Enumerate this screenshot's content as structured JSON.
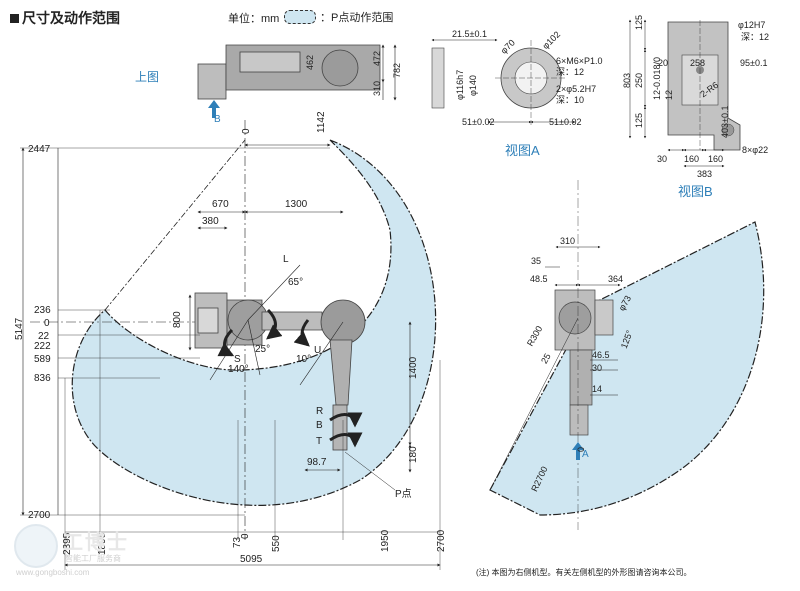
{
  "header": {
    "title": "尺寸及动作范围",
    "unit_label": "单位：mm",
    "legend_text": "：P点动作范围"
  },
  "views": {
    "top_view": "上图",
    "view_a": "视图A",
    "view_b": "视图B",
    "arrow_a": "A",
    "arrow_b": "B"
  },
  "top_view": {
    "d1": "462",
    "d2": "472",
    "d3": "782",
    "d4": "310"
  },
  "view_a_dims": {
    "d1": "21.5±0.1",
    "d2": "φ70",
    "d3": "φ102",
    "d4": "φ116h7",
    "d5": "φ140",
    "d6": "6×M6×P1.0",
    "d7": "深：12",
    "d8": "2×φ5.2H7",
    "d9": "深：10",
    "d10": "51±0.02",
    "d11": "51±0.02"
  },
  "view_b_dims": {
    "d1": "125",
    "d2": "250",
    "d3": "125",
    "d4": "803",
    "d5": "20",
    "d6": "258",
    "d7": "φ12H7",
    "d8": "深：12",
    "d9": "95±0.1",
    "d10": "12-0.018/0",
    "d11": "12",
    "d12": "403±0.1",
    "d13": "2-R6",
    "d14": "30",
    "d15": "160",
    "d16": "160",
    "d17": "383",
    "d18": "8×φ22"
  },
  "main_dims": {
    "v1142": "1142",
    "v0top": "0",
    "v670": "670",
    "v1300": "1300",
    "v380": "380",
    "v65": "65°",
    "v800": "800",
    "v25": "25°",
    "v140": "140°",
    "v10": "10°",
    "v1400": "1400",
    "v180": "180",
    "v98": "98.7",
    "axS": "S",
    "axL": "L",
    "axU": "U",
    "axR": "R",
    "axB": "B",
    "axT": "T",
    "pt": "P点",
    "y2447": "2447",
    "y5147": "5147",
    "y236": "236",
    "y0": "0",
    "y22": "22",
    "y222": "222",
    "y589": "589",
    "y836": "836",
    "y2700": "2700",
    "x2395": "2395",
    "x1896": "1896",
    "x73": "73",
    "x0": "0",
    "x550": "550",
    "x1950": "1950",
    "x2700": "2700",
    "x5095": "5095"
  },
  "side_dims": {
    "s310": "310",
    "s35": "35",
    "s48": "48.5",
    "s364": "364",
    "s73": "φ73",
    "s300": "R300",
    "s25": "25",
    "s46": "46.5",
    "s30": "30",
    "s14": "14",
    "s125": "125°",
    "s2700": "R2700",
    "s0": "0"
  },
  "note": "(注) 本图为右侧机型。有关左侧机型的外形图请咨询本公司。",
  "watermark": {
    "brand": "工博士",
    "sub": "智能工厂服务商",
    "url": "www.gongboshi.com"
  },
  "colors": {
    "range_fill": "#cfe6f1",
    "accent": "#2e7fb8",
    "robot_gray": "#b3b3b3"
  }
}
